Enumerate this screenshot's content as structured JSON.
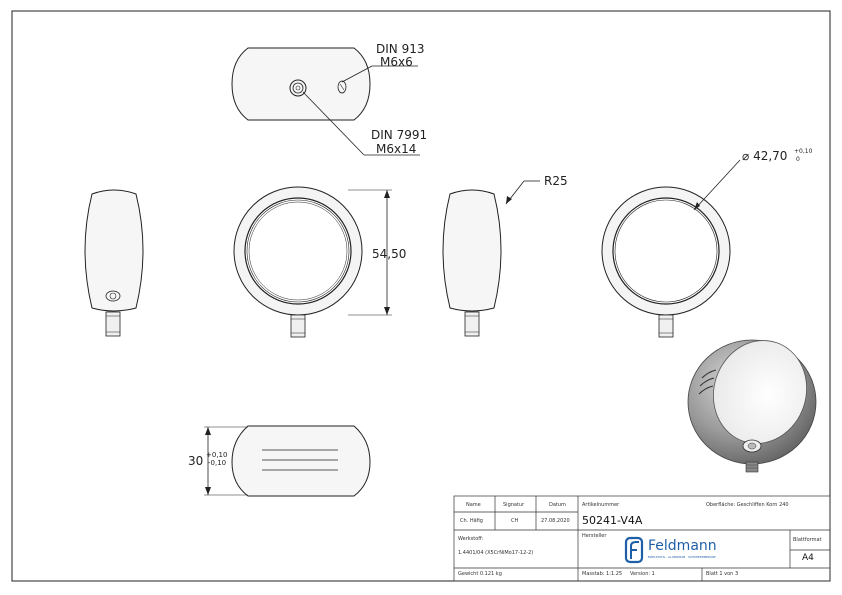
{
  "annotations": {
    "din913_line1": "DIN 913",
    "din913_line2": "M6x6",
    "din7991_line1": "DIN 7991",
    "din7991_line2": "M6x14",
    "radius": "R25",
    "diameter_symbol": "⌀",
    "diameter_value": "42,70",
    "diameter_tol_upper": "+0,10",
    "diameter_tol_lower": "0",
    "height": "54,50",
    "width_value": "30",
    "width_tol_upper": "+0,10",
    "width_tol_lower": "-0,10"
  },
  "title_block": {
    "name_label": "Name",
    "signatur_label": "Signatur",
    "datum_label": "Datum",
    "name_value": "Ch. Häfig",
    "signatur_value": "CH",
    "datum_value": "27.08.2020",
    "artikelnummer_label": "Artikelnummer",
    "artikelnummer_value": "50241-V4A",
    "oberflaeche": "Oberfläche:  Geschliffen Korn 240",
    "werkstoff_label": "Werkstoff:",
    "werkstoff_value": "1.4401/04 (X5CrNiMo17-12-2)",
    "hersteller_label": "Hersteller",
    "logo_text": "Feldmann",
    "logo_subtext": "EDELSTAHL · ALUMINIUM · SCHMIEDEBEDARF",
    "blattformat_label": "Blattformat",
    "blattformat_value": "A4",
    "gewicht": "Gewicht 0.121 kg",
    "massstab": "Masstab: 1:1.25",
    "version": "Version: 1",
    "blatt": "Blatt 1 von 3"
  },
  "colors": {
    "line": "#1a1a1a",
    "face_fill": "#f4f4f4",
    "iso_body": "#8a8a8a",
    "logo_blue": "#1f5fa8"
  }
}
